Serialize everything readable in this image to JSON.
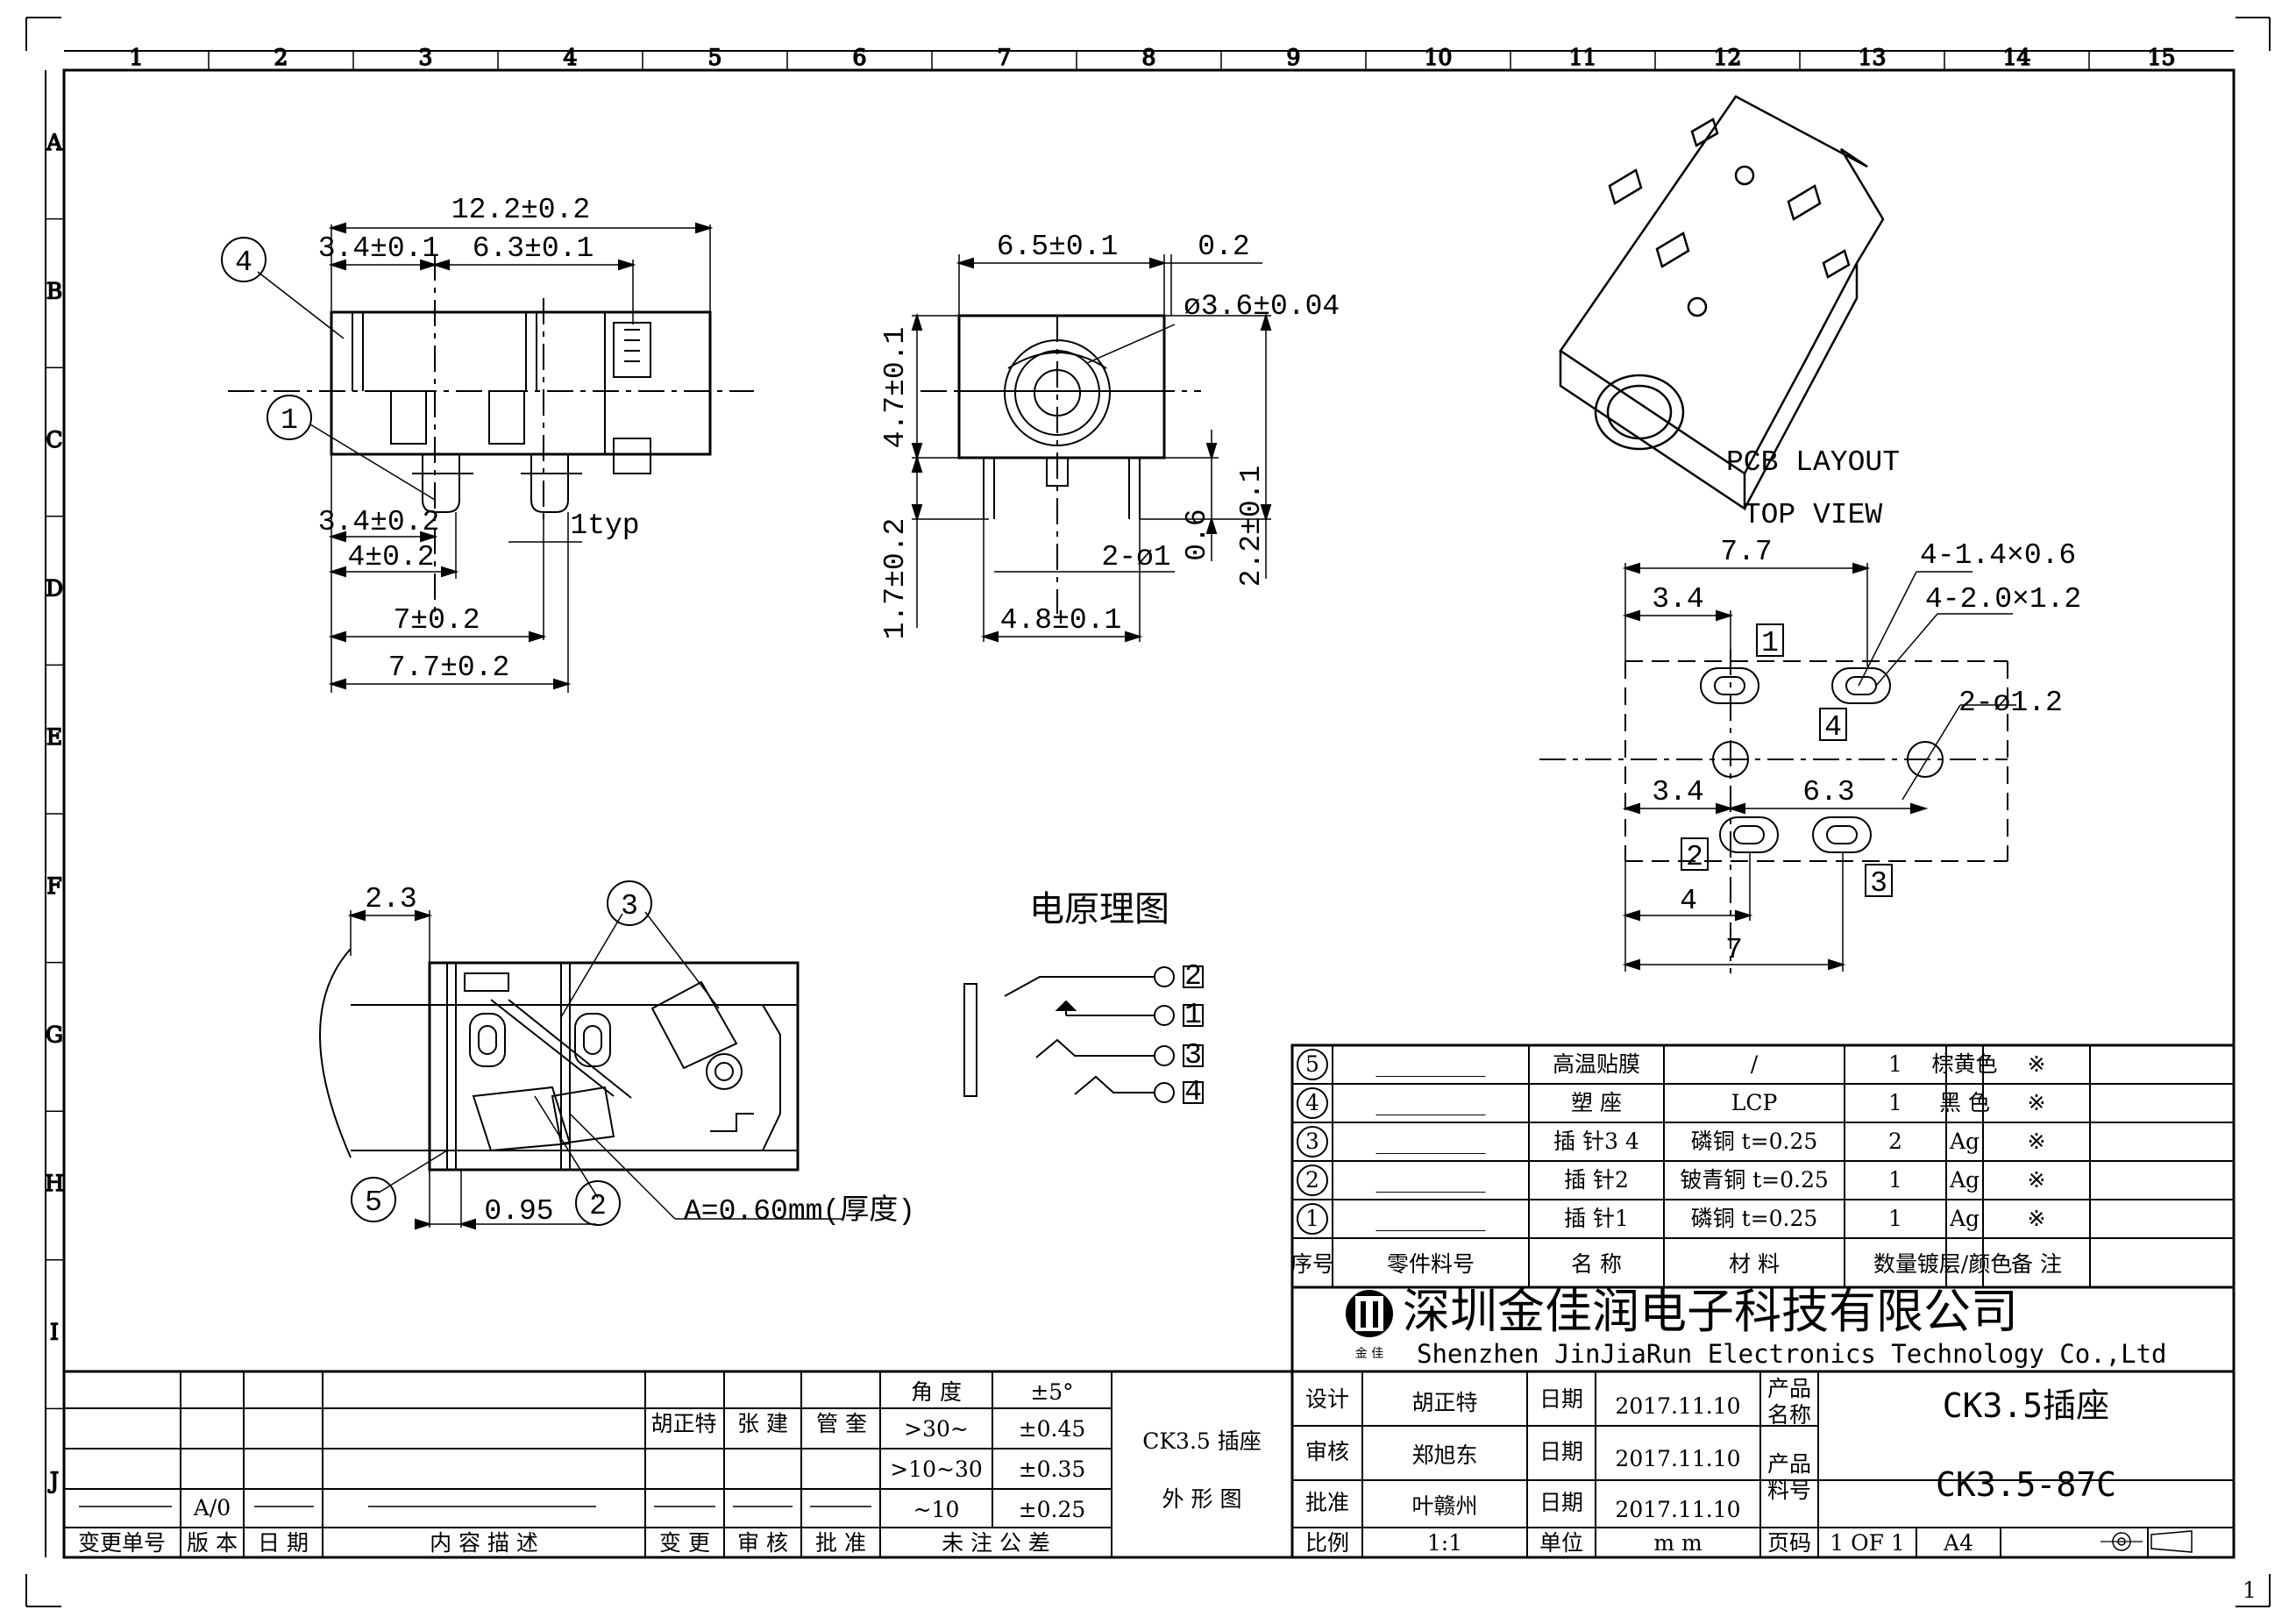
{
  "grid": {
    "cols": [
      "1",
      "2",
      "3",
      "4",
      "5",
      "6",
      "7",
      "8",
      "9",
      "10",
      "11",
      "12",
      "13",
      "14",
      "15"
    ],
    "rows": [
      "A",
      "B",
      "C",
      "D",
      "E",
      "F",
      "G",
      "H",
      "I",
      "J"
    ]
  },
  "side_view": {
    "overall": "12.2±0.2",
    "d1": "3.4±0.1",
    "d2": "6.3±0.1",
    "d3": "3.4±0.2",
    "d4": "4±0.2",
    "d5": "7±0.2",
    "d6": "7.7±0.2",
    "typ": "1typ",
    "callout_4": "4",
    "callout_1": "1"
  },
  "front_view": {
    "width": "6.5±0.1",
    "offset": "0.2",
    "bore": "ø3.6±0.04",
    "height": "4.7±0.1",
    "leg": "1.7±0.2",
    "pin_dia": "2-ø1",
    "pin_pitch": "4.8±0.1",
    "pin_h": "0.6",
    "pin_len": "2.2±0.1"
  },
  "pcb": {
    "title1": "PCB LAYOUT",
    "title2": "TOP VIEW",
    "d_77": "7.7",
    "d_34a": "3.4",
    "slot1": "4-1.4×0.6",
    "slot2": "4-2.0×1.2",
    "hole": "2-ø1.2",
    "d_34b": "3.4",
    "d_63": "6.3",
    "d_4": "4",
    "d_7": "7",
    "pads": [
      "1",
      "2",
      "3",
      "4"
    ]
  },
  "section_view": {
    "d_23": "2.3",
    "d_095": "0.95",
    "note": "A=0.60mm(厚度)",
    "callouts": [
      "3",
      "5",
      "2"
    ]
  },
  "schematic": {
    "title": "电原理图",
    "pins": [
      "2",
      "1",
      "3",
      "4"
    ]
  },
  "bom": {
    "rows": [
      {
        "no": "5",
        "part": "__________",
        "name": "高温贴膜",
        "material": "/",
        "qty": "1",
        "finish": "棕黄色",
        "note": "※"
      },
      {
        "no": "4",
        "part": "__________",
        "name": "塑  座",
        "material": "LCP",
        "qty": "1",
        "finish": "黑 色",
        "note": "※"
      },
      {
        "no": "3",
        "part": "__________",
        "name": "插 针3 4",
        "material": "磷铜    t=0.25",
        "qty": "2",
        "finish": "Ag",
        "note": "※"
      },
      {
        "no": "2",
        "part": "__________",
        "name": "插 针2",
        "material": "铍青铜    t=0.25",
        "qty": "1",
        "finish": "Ag",
        "note": "※"
      },
      {
        "no": "1",
        "part": "__________",
        "name": "插 针1",
        "material": "磷铜    t=0.25",
        "qty": "1",
        "finish": "Ag",
        "note": "※"
      }
    ],
    "header": {
      "no": "序号",
      "part": "零件料号",
      "name": "名  称",
      "material": "材      料",
      "qty": "数量",
      "finish": "镀层/颜色",
      "note": "备 注"
    }
  },
  "company": {
    "cn": "深圳金佳润电子科技有限公司",
    "en": "Shenzhen JinJiaRun Electronics Technology Co.,Ltd",
    "logo_chars": "金 佳"
  },
  "revision": {
    "names": [
      "胡正特",
      "张 建",
      "管 奎"
    ],
    "rev": "A/0",
    "foot": [
      "变更单号",
      "版 本",
      "日 期",
      "内 容 描 述",
      "变 更",
      "审 核",
      "批 准",
      "未 注 公 差"
    ]
  },
  "tolerance": {
    "rows": [
      {
        "range": "角 度",
        "tol": "±5°"
      },
      {
        "range": ">30~",
        "tol": "±0.45"
      },
      {
        "range": ">10~30",
        "tol": "±0.35"
      },
      {
        "range": "~10",
        "tol": "±0.25"
      }
    ]
  },
  "drawing_name": {
    "line1": "CK3.5 插座",
    "line2": "外 形 图"
  },
  "titleblock": {
    "design_label": "设计",
    "design": "胡正特",
    "check_label": "审核",
    "check": "郑旭东",
    "approve_label": "批准",
    "approve": "叶赣州",
    "scale_label": "比例",
    "scale": "1:1",
    "date_label": "日期",
    "date": "2017.11.10",
    "unit_label": "单位",
    "unit": "m m",
    "product_label": "产品\n名称",
    "product": "CK3.5插座",
    "part_label": "产品\n料号",
    "part": "CK3.5-87C",
    "page_label": "页码",
    "page": "1 OF 1",
    "size": "A4",
    "corner": "1"
  }
}
